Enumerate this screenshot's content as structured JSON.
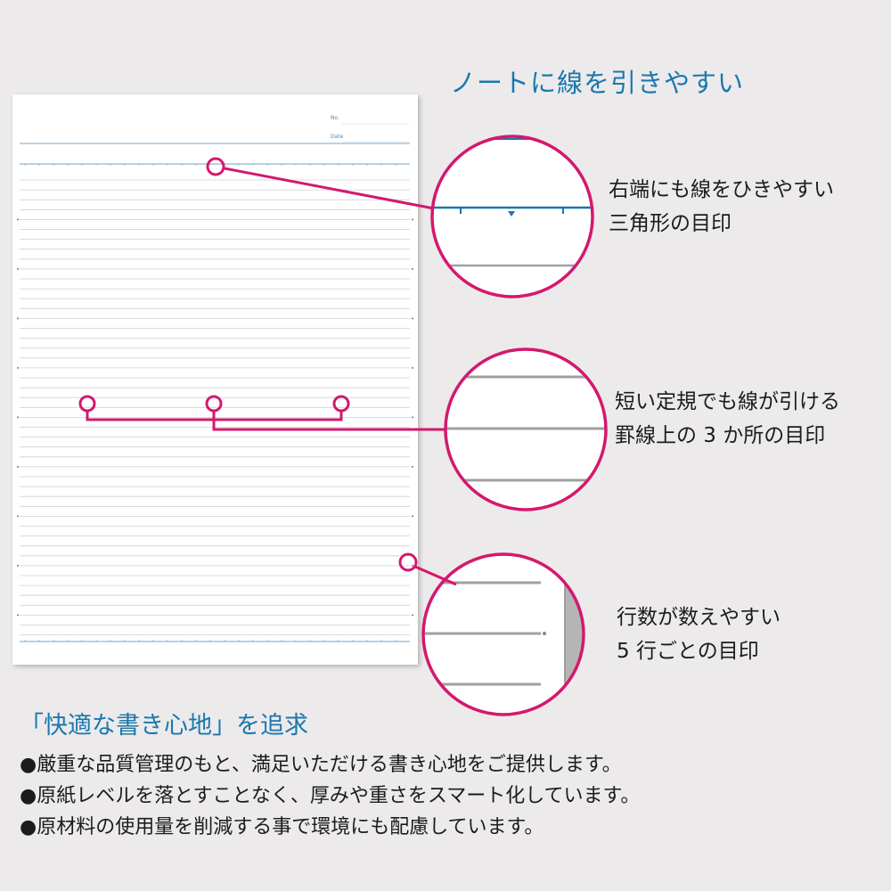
{
  "headline": "ノートに線を引きやすい",
  "notebook": {
    "no_label": "No.",
    "date_label": "Date"
  },
  "callouts": [
    {
      "line1": "右端にも線をひきやすい",
      "line2": "三角形の目印"
    },
    {
      "line1": "短い定規でも線が引ける",
      "line2": "罫線上の 3 か所の目印"
    },
    {
      "line1": "行数が数えやすい",
      "line2": "5 行ごとの目印"
    }
  ],
  "bottom": {
    "title": "「快適な書き心地」を追求",
    "bullets": [
      "●厳重な品質管理のもと、満足いただける書き心地をご提供します。",
      "●原紙レベルを落とすことなく、厚みや重さをスマート化しています。",
      "●原材料の使用量を削減する事で環境にも配慮しています。"
    ]
  },
  "colors": {
    "accent_blue": "#1a78ad",
    "callout_magenta": "#d4186e",
    "rule_gray": "#d0d0d0",
    "rule_blue": "#8fb7d6"
  }
}
